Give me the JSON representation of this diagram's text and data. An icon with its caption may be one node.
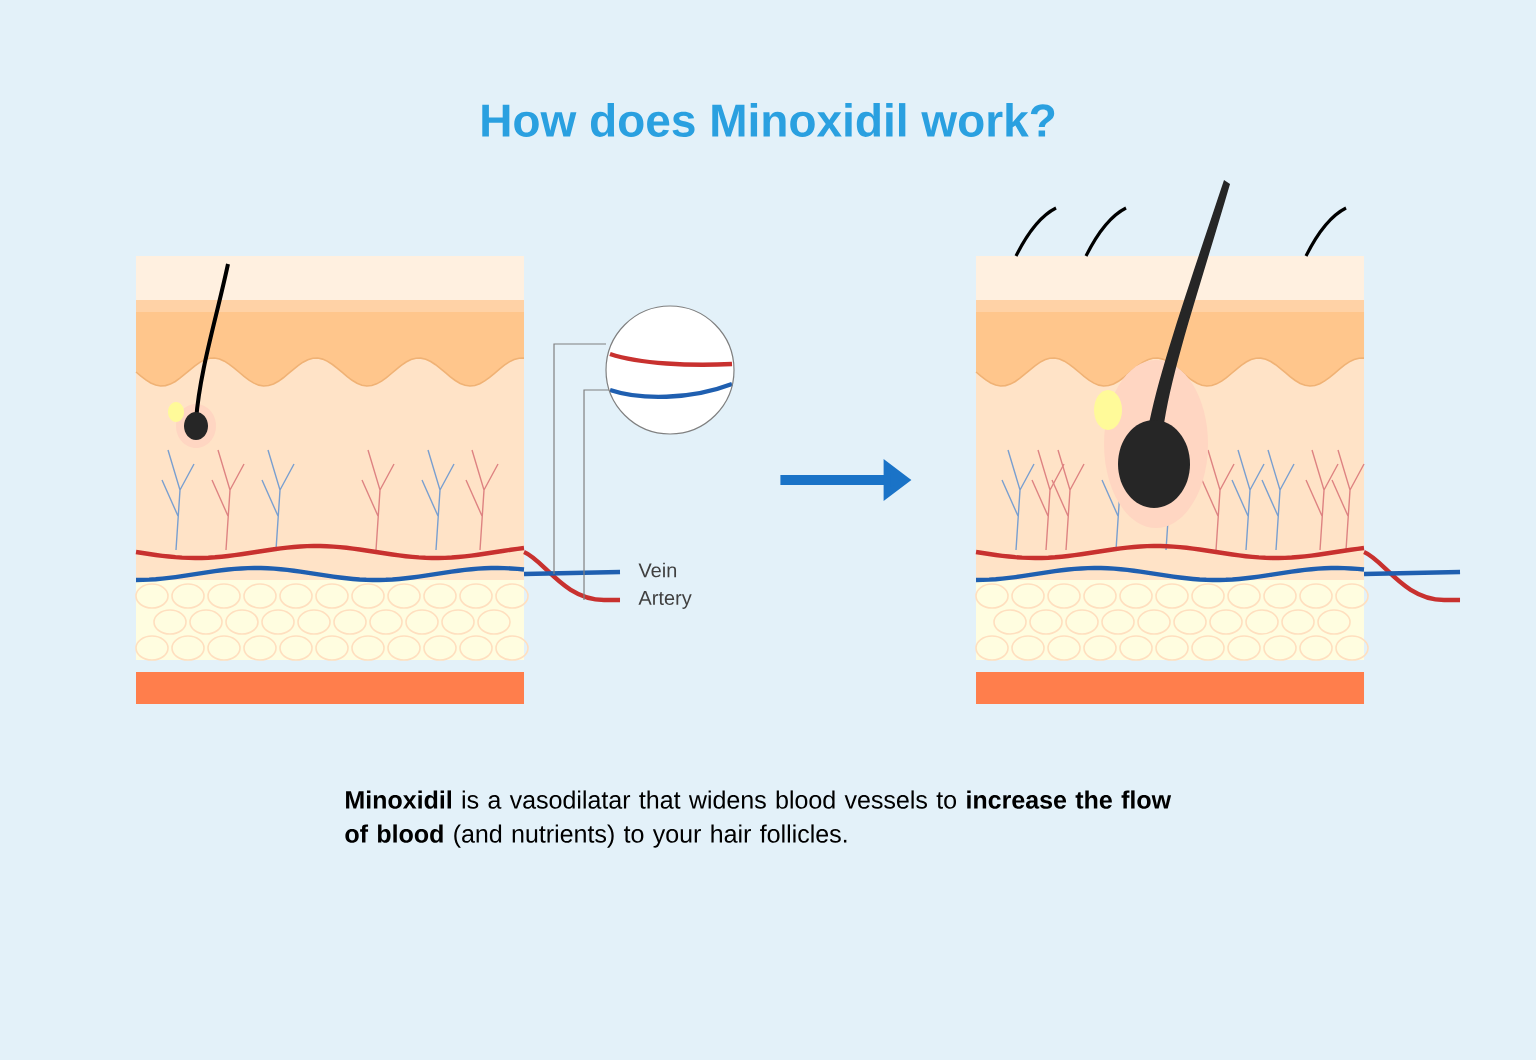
{
  "diagram": {
    "title": "How does Minoxidil work?",
    "caption": "**Minoxidil** is a vasodilatar that widens blood vessels to **increase the flow of blood** (and nutrients) to your hair follicles.",
    "nodes": [
      {
        "text": [],
        "shape": "picture"
      },
      {
        "text": [],
        "shape": "picture"
      }
    ],
    "edges": [
      {
        "from": 0,
        "to": 1,
        "arrow": "to"
      }
    ],
    "labels": [
      "Vein",
      "Artery"
    ]
  }
}
